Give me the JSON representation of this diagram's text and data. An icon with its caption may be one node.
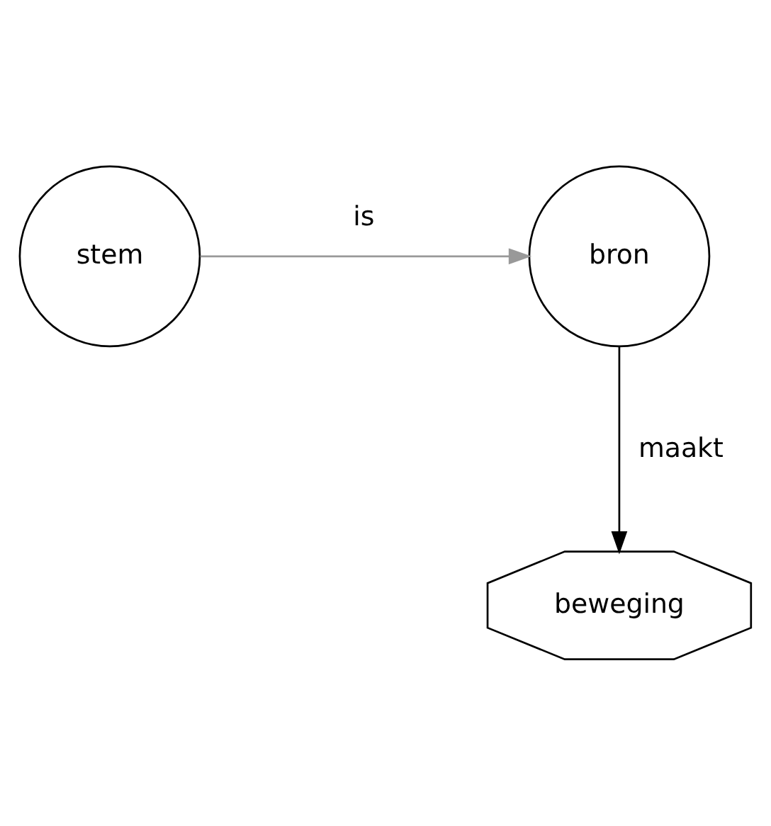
{
  "diagram": {
    "nodes": [
      {
        "text": [
          "stem"
        ]
      },
      {
        "text": [
          "bron"
        ]
      },
      {
        "text": [
          "beweging"
        ]
      }
    ],
    "edges": [
      {
        "from": 0,
        "to": 1,
        "arrow": "to",
        "label": "is",
        "color": "#999999"
      },
      {
        "from": 1,
        "to": 2,
        "arrow": "to",
        "label": "maakt",
        "color": "#000000"
      }
    ]
  }
}
